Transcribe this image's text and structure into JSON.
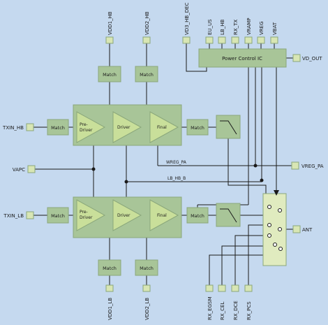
{
  "colors": {
    "background": "#c5d9ef",
    "block_fill": "#a8c598",
    "pad_fill": "#d8e6b4",
    "triangle_fill": "#c9df9a",
    "switch_fill": "#e0ebbf",
    "wire": "#1a1a1a"
  },
  "labels": {
    "top_vdd1_hb": "VDD1_HB",
    "top_vdd2_hb": "VDD2_HB",
    "top_vd3_hb_dec": "VD3_HB_DEC",
    "top_eu_us": "EU_US",
    "top_lb_hb": "LB_HB",
    "top_rx_tx": "RX_TX",
    "top_vramp": "VRAMP",
    "top_vreg": "VREG",
    "top_vbat": "VBAT",
    "power_control": "Power Control IC",
    "vd_out": "VD_OUT",
    "match_hb_1": "Match",
    "match_hb_2": "Match",
    "txin_hb": "TXIN_HB",
    "match_txin_hb": "Match",
    "pre_driver_hb": "Pre-\nDriver",
    "driver_hb": "Driver",
    "final_hb": "Final",
    "match_out_hb": "Match",
    "wreg_pa": "WREG_PA",
    "vreg_pa": "VREG_PA",
    "vapc": "VAPC",
    "lb_hb_b": "LB_HB_B",
    "txin_lb": "TXIN_LB",
    "match_txin_lb": "Match",
    "pre_driver_lb": "Pre-\nDriver",
    "driver_lb": "Driver",
    "final_lb": "Final",
    "match_out_lb": "Match",
    "ant": "ANT",
    "match_lb_1": "Match",
    "match_lb_2": "Match",
    "bottom_vdd1_lb": "VDD1_LB",
    "bottom_vdd2_lb": "VDD2_LB",
    "bottom_rx_egsm": "RX_EGSM",
    "bottom_rx_cel": "RX_CEL",
    "bottom_rx_dce": "RX_DCE",
    "bottom_rx_pcs": "RX_PCS"
  }
}
